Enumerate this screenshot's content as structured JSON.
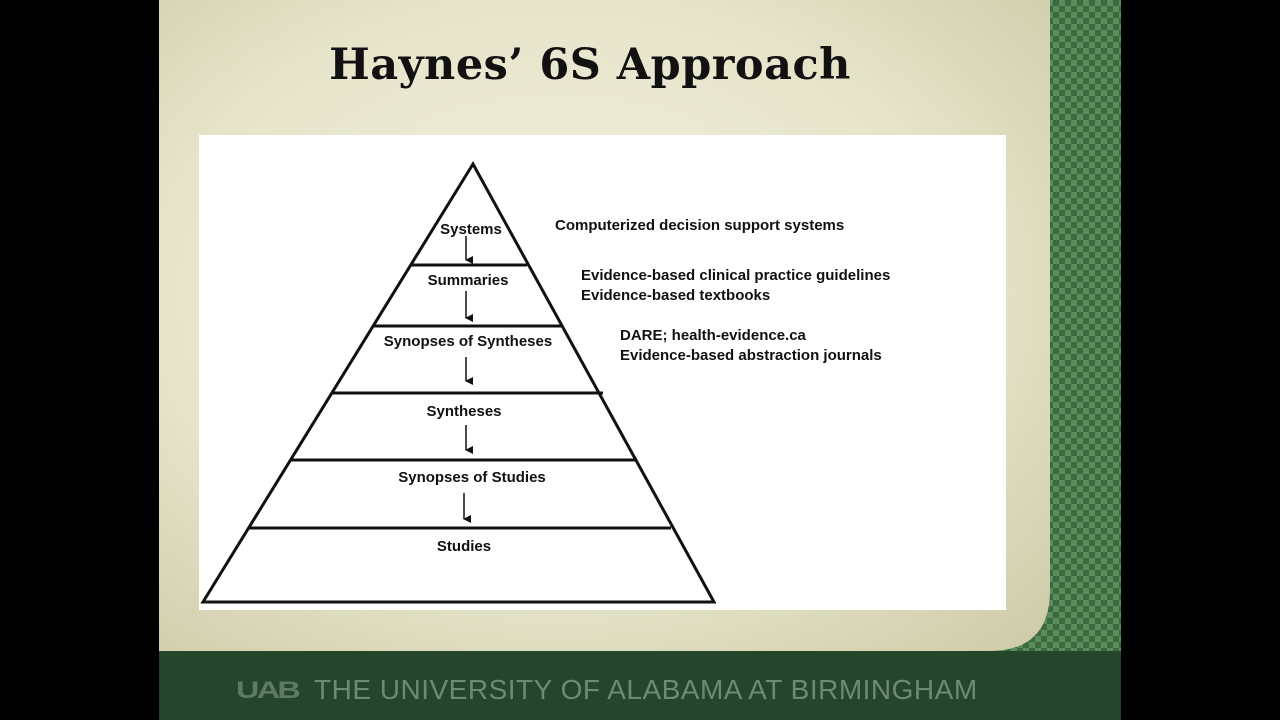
{
  "slide": {
    "title": "Haynes’ 6S Approach",
    "footer_logo": "UAB",
    "footer_text": "THE UNIVERSITY OF ALABAMA AT BIRMINGHAM",
    "colors": {
      "dark_green": "#25462a",
      "checker_green": "#3a6a3e",
      "checker_light": "#5f8f5e",
      "cream": "#e5e3c8",
      "footer_text": "#6f8a72"
    }
  },
  "pyramid": {
    "levels": [
      {
        "label": "Systems"
      },
      {
        "label": "Summaries"
      },
      {
        "label": "Synopses of Syntheses"
      },
      {
        "label": "Syntheses"
      },
      {
        "label": "Synopses of Studies"
      },
      {
        "label": "Studies"
      }
    ]
  },
  "sources": {
    "systems": [
      "Computerized decision support systems"
    ],
    "summaries": [
      "Evidence-based clinical practice guidelines",
      "Evidence-based textbooks"
    ],
    "synopses_of_syntheses": [
      "DARE; health-evidence.ca",
      "Evidence-based abstraction journals"
    ]
  }
}
